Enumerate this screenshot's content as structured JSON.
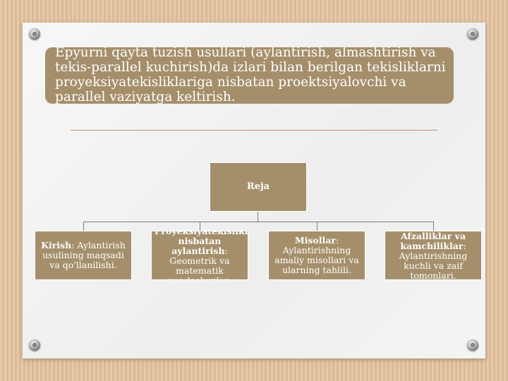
{
  "title": "Epyurni qayta tuzish usullari (aylantirish, almashtirish va tekis-parallel  kuchirish)da izlari bilan berilgan tekisliklarni proyeksiyatekisliklariga nisbatan proektsiyalovchi va parallel vaziyatga keltirish.",
  "diagram": {
    "root": "Reja",
    "children": [
      {
        "heading": "Kirish",
        "text": ": Aylantirish usulining maqsadi va qo'llanilishi."
      },
      {
        "heading": "Proyeksiyatekisliklarga nisbatan aylantirish",
        "text": ": Geometrik va matematik yondashuvlar."
      },
      {
        "heading": "Misollar",
        "text": ": Aylantirishning amaliy misollari va ularning tahlili."
      },
      {
        "heading": "Afzalliklar va kamchiliklar",
        "text": ": Aylantirishning kuchli va zaif tomonlari."
      }
    ]
  },
  "colors": {
    "box": "#a58f6b",
    "connector": "#7f7b70",
    "rule": "#c8906f"
  }
}
